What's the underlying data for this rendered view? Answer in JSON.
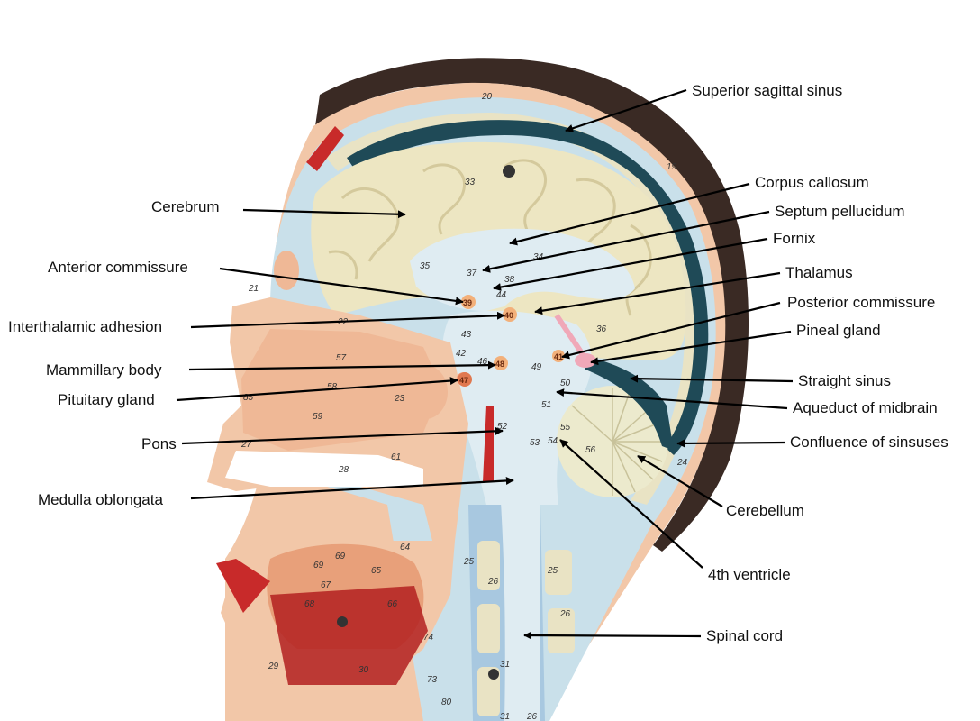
{
  "labels": {
    "superior_sagittal_sinus": "Superior sagittal sinus",
    "corpus_callosum": "Corpus callosum",
    "septum_pellucidum": "Septum pellucidum",
    "fornix": "Fornix",
    "thalamus": "Thalamus",
    "posterior_commissure": "Posterior commissure",
    "pineal_gland": "Pineal gland",
    "straight_sinus": "Straight sinus",
    "aqueduct_of_midbrain": "Aqueduct of midbrain",
    "confluence_of_sinuses": "Confluence of sinsuses",
    "cerebellum": "Cerebellum",
    "fourth_ventricle": "4th ventricle",
    "spinal_cord": "Spinal cord",
    "cerebrum": "Cerebrum",
    "anterior_commissure": "Anterior commissure",
    "interthalamic_adhesion": "Interthalamic adhesion",
    "mammillary_body": "Mammillary body",
    "pituitary_gland": "Pituitary gland",
    "pons": "Pons",
    "medulla_oblongata": "Medulla oblongata"
  },
  "model_numbers": {
    "n20": "20",
    "n19": "19",
    "n33": "33",
    "n34": "34",
    "n35": "35",
    "n36": "36",
    "n37": "37",
    "n38": "38",
    "n39": "39",
    "n40": "40",
    "n41": "41",
    "n42": "42",
    "n43": "43",
    "n44": "44",
    "n46": "46",
    "n47": "47",
    "n48": "48",
    "n49": "49",
    "n50": "50",
    "n51": "51",
    "n52": "52",
    "n53": "53",
    "n54": "54",
    "n55": "55",
    "n56": "56",
    "n57": "57",
    "n58": "58",
    "n59": "59",
    "n21": "21",
    "n22": "22",
    "n23": "23",
    "n24": "24",
    "n25": "25",
    "n25b": "25",
    "n26": "26",
    "n26b": "26",
    "n27": "27",
    "n28": "28",
    "n29": "29",
    "n30": "30",
    "n31": "31",
    "n31b": "31",
    "n61": "61",
    "n64": "64",
    "n65": "65",
    "n66": "66",
    "n67": "67",
    "n68": "68",
    "n69": "69",
    "n69b": "69",
    "n73": "73",
    "n74": "74",
    "n80": "80",
    "n26c": "26",
    "n85": "85"
  },
  "colors": {
    "scalp": "#3a2a24",
    "skin": "#f2c7a8",
    "bone_blue": "#c9e0ea",
    "brain": "#ede6c2",
    "sinus": "#1f4a57",
    "ventricle": "#dfecf2",
    "cerebellum": "#eceacd",
    "muscle_red": "#b32020",
    "tongue": "#e8a07a",
    "spine": "#a8c8e0",
    "arrow": "#000000"
  }
}
